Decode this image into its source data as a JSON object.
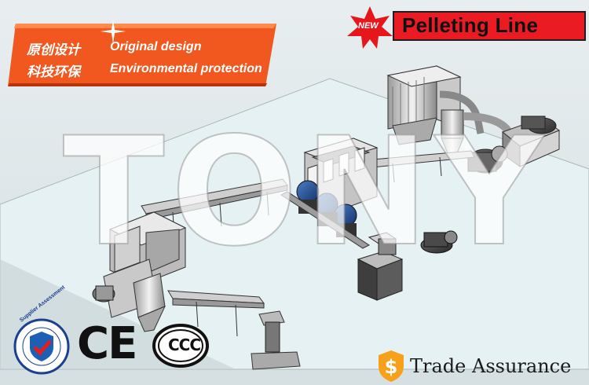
{
  "banner": {
    "line1_cn": "原创设计",
    "line1_en": "Original design",
    "line2_cn": "科技环保",
    "line2_en": "Environmental protection"
  },
  "title": {
    "badge": "NEW",
    "text": "Pelleting Line"
  },
  "watermark": "TONY",
  "certifications": {
    "supplier_assessment": "Supplier Assessment",
    "ce": "CE",
    "ccc": "CCC"
  },
  "trade_assurance": "Trade Assurance",
  "icons": [
    "sparkle-icon",
    "star-badge-icon",
    "shield-check-icon",
    "dollar-shield-icon"
  ],
  "colors": {
    "banner_orange": "#f0581f",
    "title_red": "#ea1b22",
    "badge_red": "#e5161c",
    "floor": "#e6f1f3",
    "trade_orange": "#f7a11a"
  }
}
